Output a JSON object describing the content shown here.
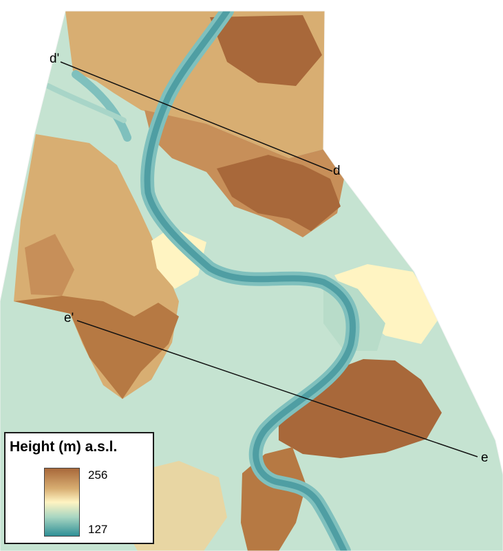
{
  "profile_lines": [
    {
      "id": "d",
      "start_label": "d'",
      "end_label": "d"
    },
    {
      "id": "e",
      "start_label": "e'",
      "end_label": "e"
    }
  ],
  "legend": {
    "title": "Height (m) a.s.l.",
    "max_value": "256",
    "min_value": "127"
  },
  "color_ramp": {
    "high": "#a8683a",
    "upper_mid": "#d8ae72",
    "mid": "#fff4c2",
    "lower_mid": "#a9d6c2",
    "low": "#2f8f96"
  }
}
